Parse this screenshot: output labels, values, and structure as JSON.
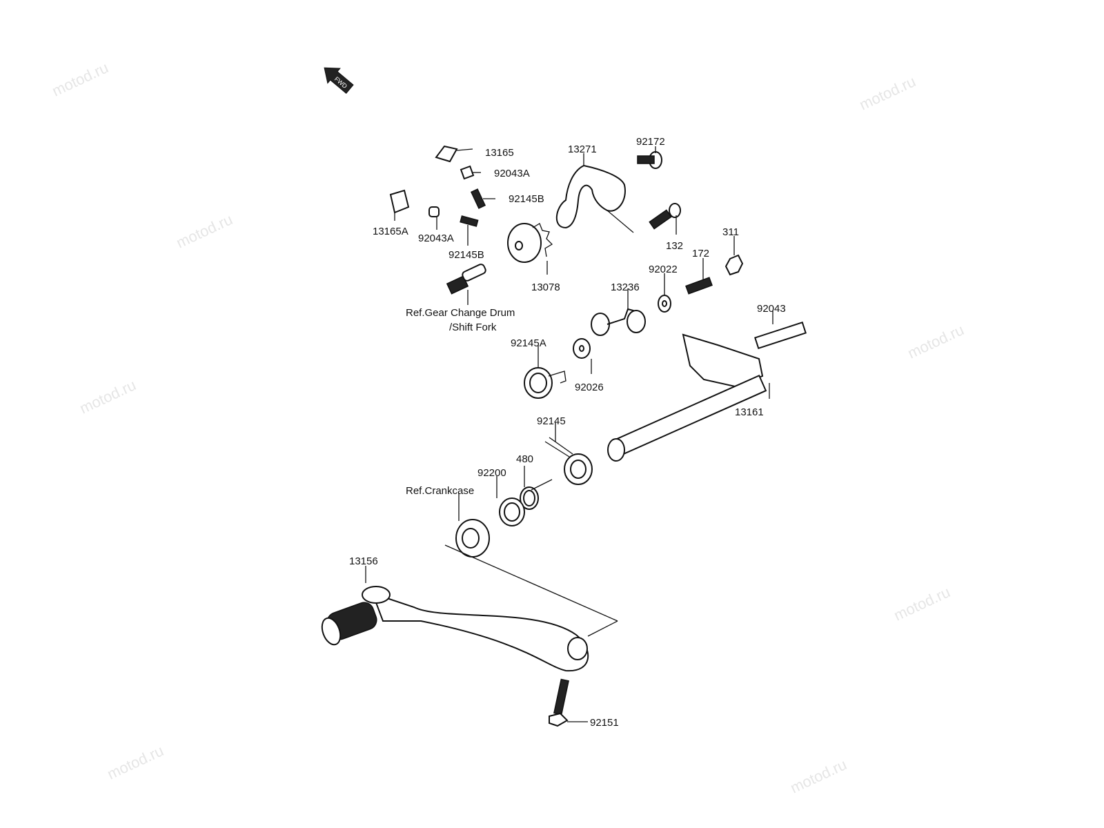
{
  "watermark": "motod.ru",
  "fwd_label": "FWD",
  "labels": {
    "p13165": "13165",
    "p92043A_1": "92043A",
    "p92145B_1": "92145B",
    "p13165A": "13165A",
    "p92043A_2": "92043A",
    "p92145B_2": "92145B",
    "p13078": "13078",
    "p13271": "13271",
    "p92172": "92172",
    "p132": "132",
    "p311": "311",
    "p172": "172",
    "p92022": "92022",
    "p13236": "13236",
    "p92043": "92043",
    "p92145A": "92145A",
    "p92026": "92026",
    "p13161": "13161",
    "p92145": "92145",
    "p480": "480",
    "p92200": "92200",
    "ref_crankcase": "Ref.Crankcase",
    "ref_drum_1": "Ref.Gear Change Drum",
    "ref_drum_2": "/Shift Fork",
    "p13156": "13156",
    "p92151": "92151"
  }
}
